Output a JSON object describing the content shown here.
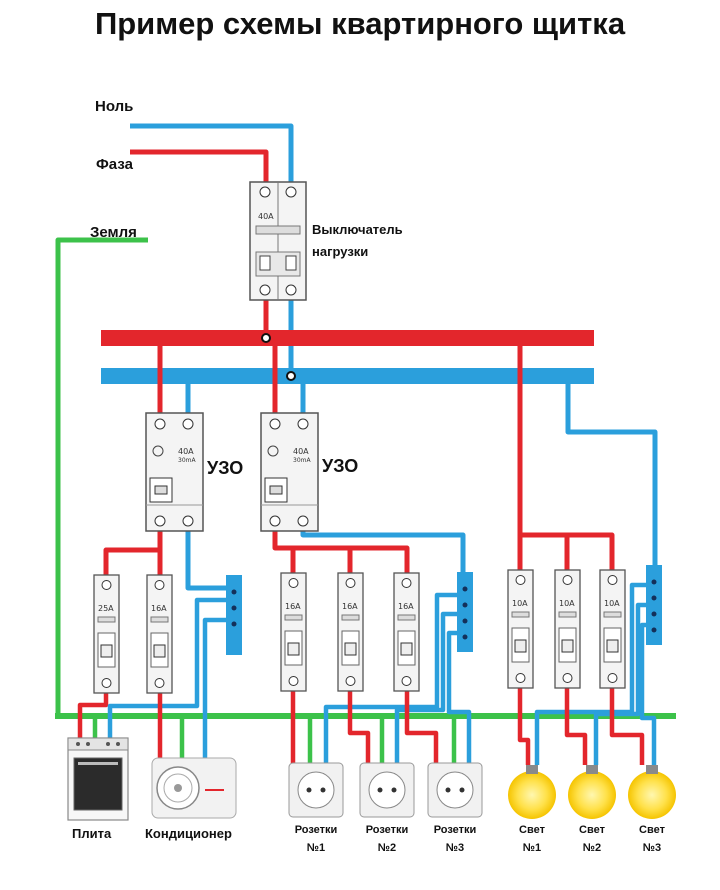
{
  "title": "Пример схемы квартирного щитка",
  "colors": {
    "phase": "#e3262c",
    "neutral": "#2b9fdc",
    "earth": "#3cc24a",
    "device": "#f4f4f4"
  },
  "inputs": {
    "neutral": "Ноль",
    "phase": "Фаза",
    "earth": "Земля"
  },
  "main_switch": {
    "label_line1": "Выключатель",
    "label_line2": "нагрузки",
    "rating": "40А"
  },
  "rcd": [
    {
      "label": "УЗО",
      "rating": "40А",
      "sub": "30mA"
    },
    {
      "label": "УЗО",
      "rating": "40А",
      "sub": "30mA"
    }
  ],
  "breakers": [
    "25А",
    "16А",
    "16А",
    "16А",
    "16А",
    "10А",
    "10А",
    "10А"
  ],
  "loads": {
    "stove": "Плита",
    "ac": "Кондиционер",
    "socket1": [
      "Розетки",
      "№1"
    ],
    "socket2": [
      "Розетки",
      "№2"
    ],
    "socket3": [
      "Розетки",
      "№3"
    ],
    "light1": [
      "Свет",
      "№1"
    ],
    "light2": [
      "Свет",
      "№2"
    ],
    "light3": [
      "Свет",
      "№3"
    ]
  }
}
